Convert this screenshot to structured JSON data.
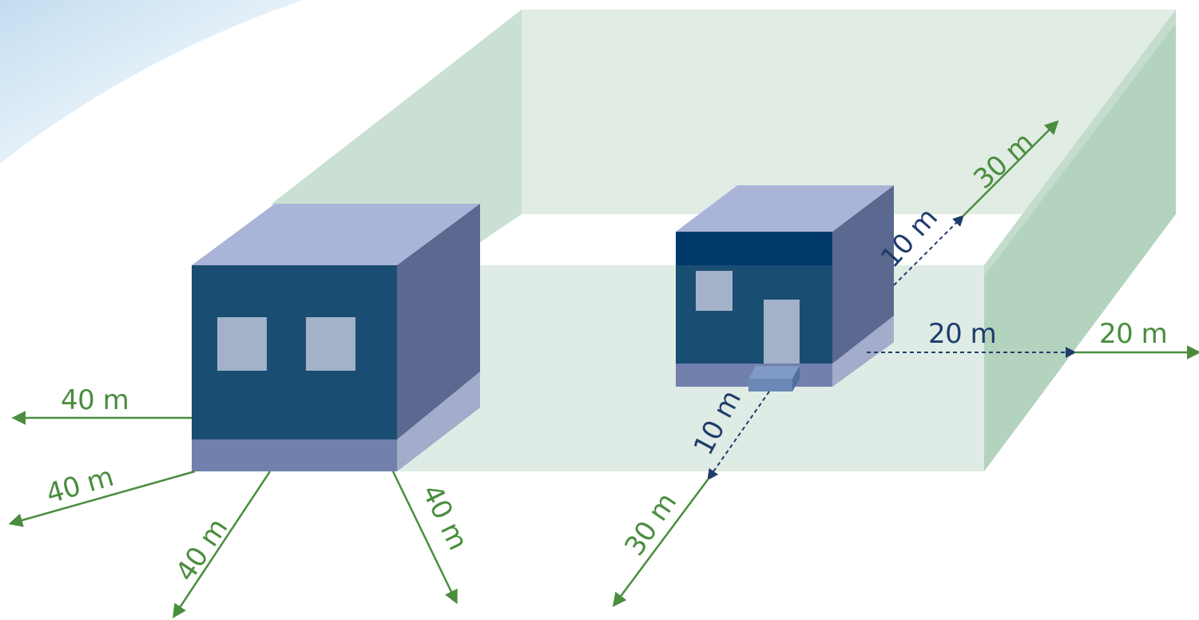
{
  "labels": {
    "left_building": {
      "left": "40 m",
      "lower_left": "40 m",
      "front": "40 m",
      "right": "40 m"
    },
    "right_building": {
      "back_inner": "10 m",
      "back_outer": "30 m",
      "side_inner": "20 m",
      "side_outer": "20 m",
      "front_inner": "10 m",
      "front_outer": "30 m"
    }
  },
  "colors": {
    "zone_fill": "#cfe3d5",
    "building_front": "#1a4d72",
    "building_top": "#aab4d8",
    "building_side": "#5b6890",
    "building_base": "#7180ad",
    "window": "#a3b1c9",
    "green_arrow": "#4a8d3f",
    "blue_arrow": "#1f3d6b"
  }
}
